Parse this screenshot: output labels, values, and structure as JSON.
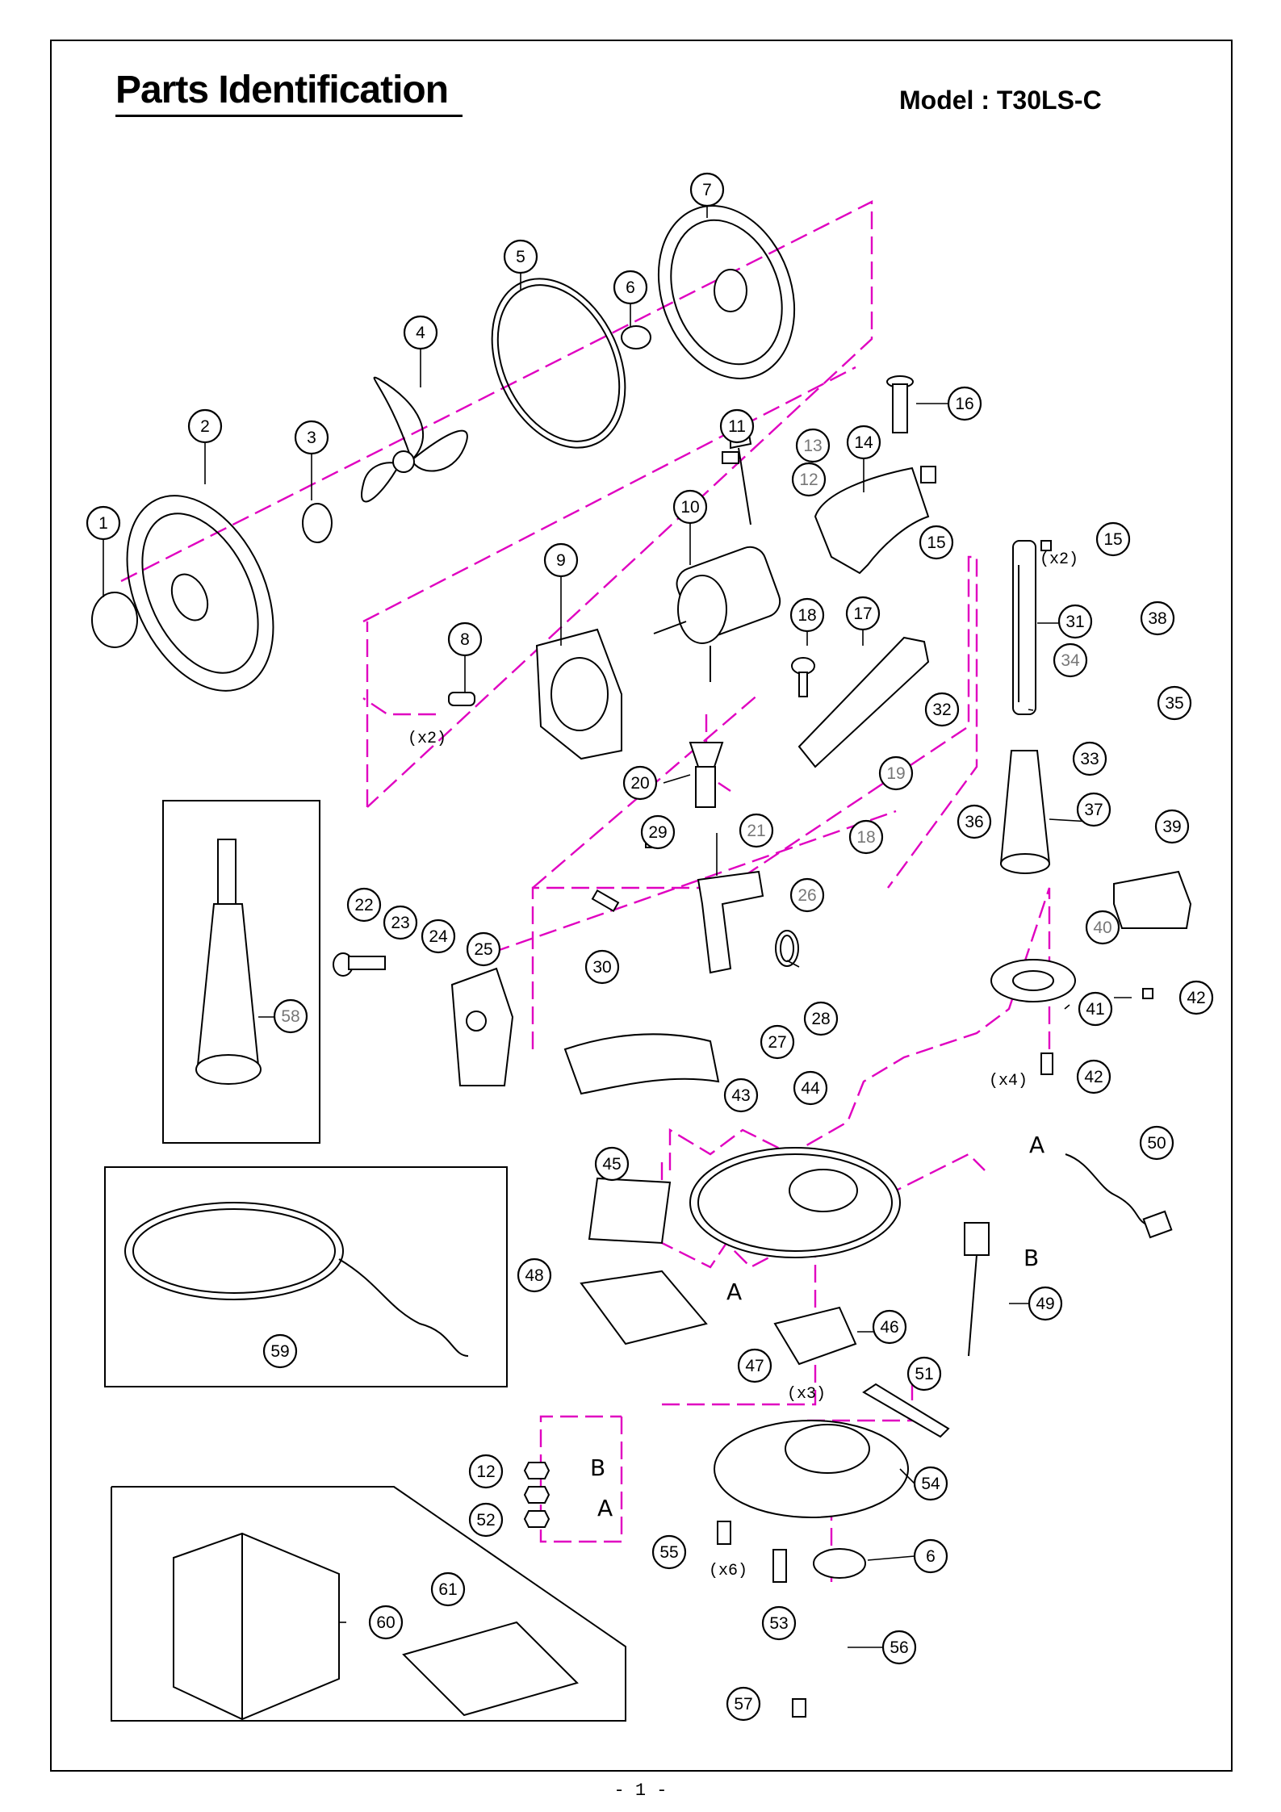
{
  "title": "Parts Identification",
  "model": "Model : T30LS-C",
  "page_number": "- 1 -",
  "colors": {
    "guide_line": "#e000c0",
    "ink": "#000000",
    "grey_label": "#777777"
  },
  "callouts": [
    "1",
    "2",
    "3",
    "4",
    "5",
    "6",
    "7",
    "8",
    "9",
    "10",
    "11",
    "12",
    "13",
    "14",
    "15",
    "15",
    "16",
    "17",
    "18",
    "18",
    "19",
    "20",
    "21",
    "22",
    "23",
    "24",
    "25",
    "26",
    "27",
    "28",
    "29",
    "30",
    "31",
    "32",
    "33",
    "34",
    "35",
    "36",
    "37",
    "38",
    "39",
    "40",
    "41",
    "42",
    "42",
    "43",
    "44",
    "45",
    "46",
    "47",
    "48",
    "49",
    "50",
    "51",
    "52",
    "53",
    "54",
    "55",
    "56",
    "57",
    "58",
    "59",
    "6",
    "12",
    "60",
    "61"
  ],
  "quantities": {
    "screw_8": "(x2)",
    "screw_15": "(x2)",
    "screw_42": "(x4)",
    "screw_47": "(x3)",
    "screw_55": "(x6)"
  },
  "connector_labels": [
    "A",
    "A",
    "A",
    "B",
    "B"
  ]
}
